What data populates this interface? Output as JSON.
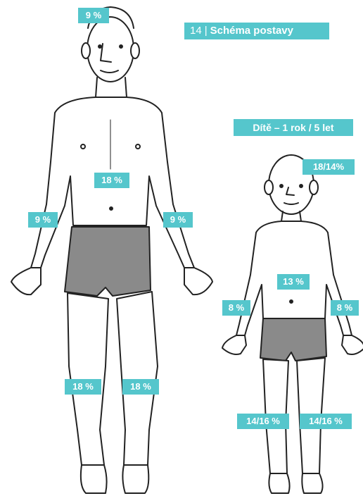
{
  "title": {
    "number": "14",
    "separator": "|",
    "text": "Schéma postavy"
  },
  "child_caption": "Dítě – 1 rok / 5 let",
  "adult_labels": {
    "head": "9 %",
    "trunk": "18 %",
    "left_arm": "9 %",
    "right_arm": "9 %",
    "left_leg": "18 %",
    "right_leg": "18 %"
  },
  "child_labels": {
    "head": "18/14%",
    "trunk": "13 %",
    "left_arm": "8 %",
    "right_arm": "8 %",
    "left_leg": "14/16 %",
    "right_leg": "14/16 %"
  },
  "colors": {
    "label_bg": "#55c6cc",
    "shorts": "#8a8a8a",
    "ink": "#222222"
  }
}
